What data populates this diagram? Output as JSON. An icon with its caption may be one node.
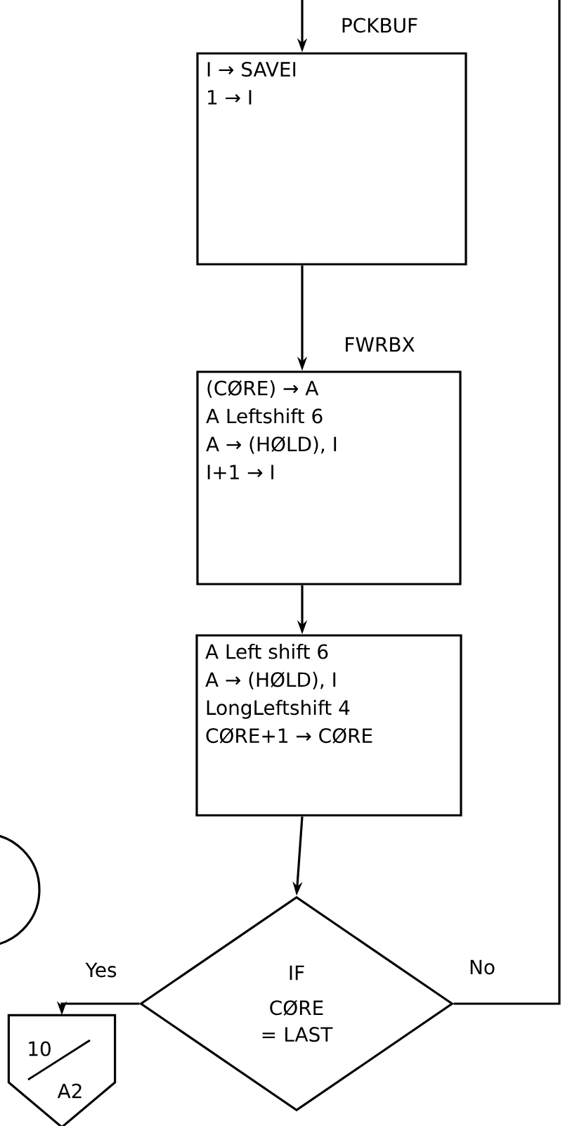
{
  "diagram": {
    "nodes": [
      {
        "text": [
          "I → SAVEI",
          "1 → I"
        ]
      },
      {
        "text": [
          "(CØRE) → A",
          "A Leftshift 6",
          "A → (HØLD), I",
          "I+1 → I"
        ]
      },
      {
        "text": [
          "A Left shift 6",
          "A → (HØLD), I",
          "LongLeftshift 4",
          "CØRE+1 → CØRE"
        ]
      },
      {
        "text": [
          "IF",
          "CØRE = LAST"
        ]
      },
      {
        "text": [
          "10",
          "A2"
        ]
      },
      {
        "text": [],
        "shape": "circle"
      }
    ],
    "edges": [
      {
        "from": null,
        "to": 0,
        "arrow": "to",
        "label": "PCKBUF"
      },
      {
        "from": 0,
        "to": 1,
        "arrow": "to",
        "label": "FWRBX"
      },
      {
        "from": 1,
        "to": 2,
        "arrow": "to"
      },
      {
        "from": 2,
        "to": 3,
        "arrow": "to"
      },
      {
        "from": 3,
        "to": null,
        "arrow": "none",
        "label": "No"
      },
      {
        "from": 3,
        "to": 4,
        "arrow": "to",
        "label": "Yes"
      }
    ]
  }
}
